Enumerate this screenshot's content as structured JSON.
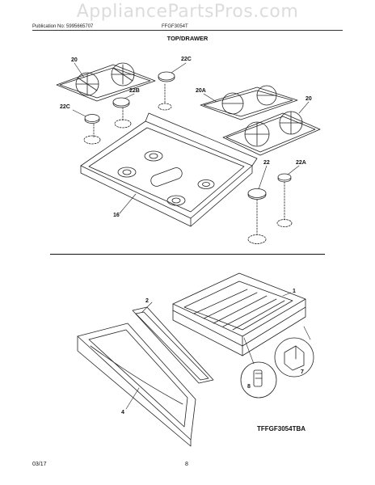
{
  "watermark": "AppliancePartsPros.com",
  "header": {
    "publication": "Publication No: 5995665707",
    "model": "FFGF3054T"
  },
  "section_title": "TOP/DRAWER",
  "callouts": {
    "grate_left": "20",
    "cap_top": "22C",
    "cap_mid": "22B",
    "cap_left": "22C",
    "grate_right_rear": "20A",
    "grate_right_front": "20",
    "cap_right_front": "22",
    "cap_right_small": "22A",
    "cooktop": "16",
    "drawer": "1",
    "drawer_panel": "2",
    "drawer_front": "4",
    "clip_left": "8",
    "clip_right": "7"
  },
  "diagram_code": "TFFGF3054TBA",
  "footer": {
    "date": "03/17",
    "page": "8"
  }
}
